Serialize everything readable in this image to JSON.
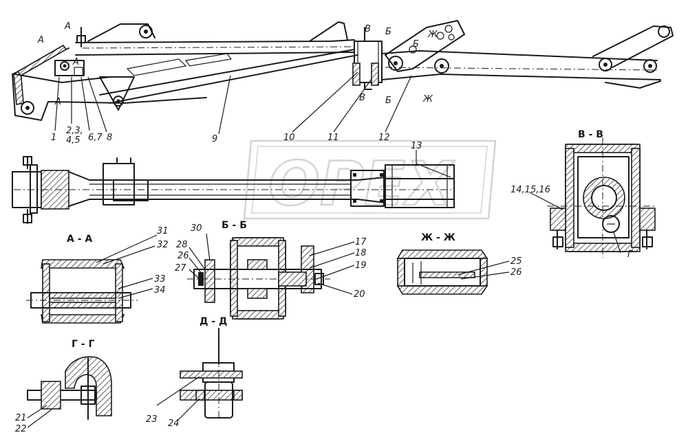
{
  "watermark": {
    "text": "OPEX"
  },
  "section_titles": {
    "aa": "А - А",
    "bb": "Б - Б",
    "vv": "В - В",
    "zhzh": "Ж - Ж",
    "gg": "Г - Г",
    "dd": "Д - Д"
  },
  "view_marks": {
    "a_left": "А",
    "a_top": "А",
    "a_mid": "А",
    "a_low": "А",
    "v_top": "В",
    "v_low": "В",
    "b_top": "Б",
    "b_mid": "Б",
    "b_low": "Б",
    "zh_top": "Ж",
    "zh_low": "Ж",
    "g_vv": "Г"
  },
  "callouts": {
    "c1": "1",
    "c2345": "2,3,",
    "c45": "4,5",
    "c67": "6,7",
    "c8": "8",
    "c9": "9",
    "c10": "10",
    "c11": "11",
    "c12": "12",
    "c13a": "13",
    "c141516": "14,15,16",
    "c17": "17",
    "c18": "18",
    "c19": "19",
    "c20": "20",
    "c21": "21",
    "c22": "22",
    "c23": "23",
    "c24": "24",
    "c25": "25",
    "c26a": "26",
    "c26b": "26",
    "c27": "27",
    "c28": "28",
    "c30": "30",
    "c31": "31",
    "c32": "32",
    "c33": "33",
    "c34": "34"
  }
}
